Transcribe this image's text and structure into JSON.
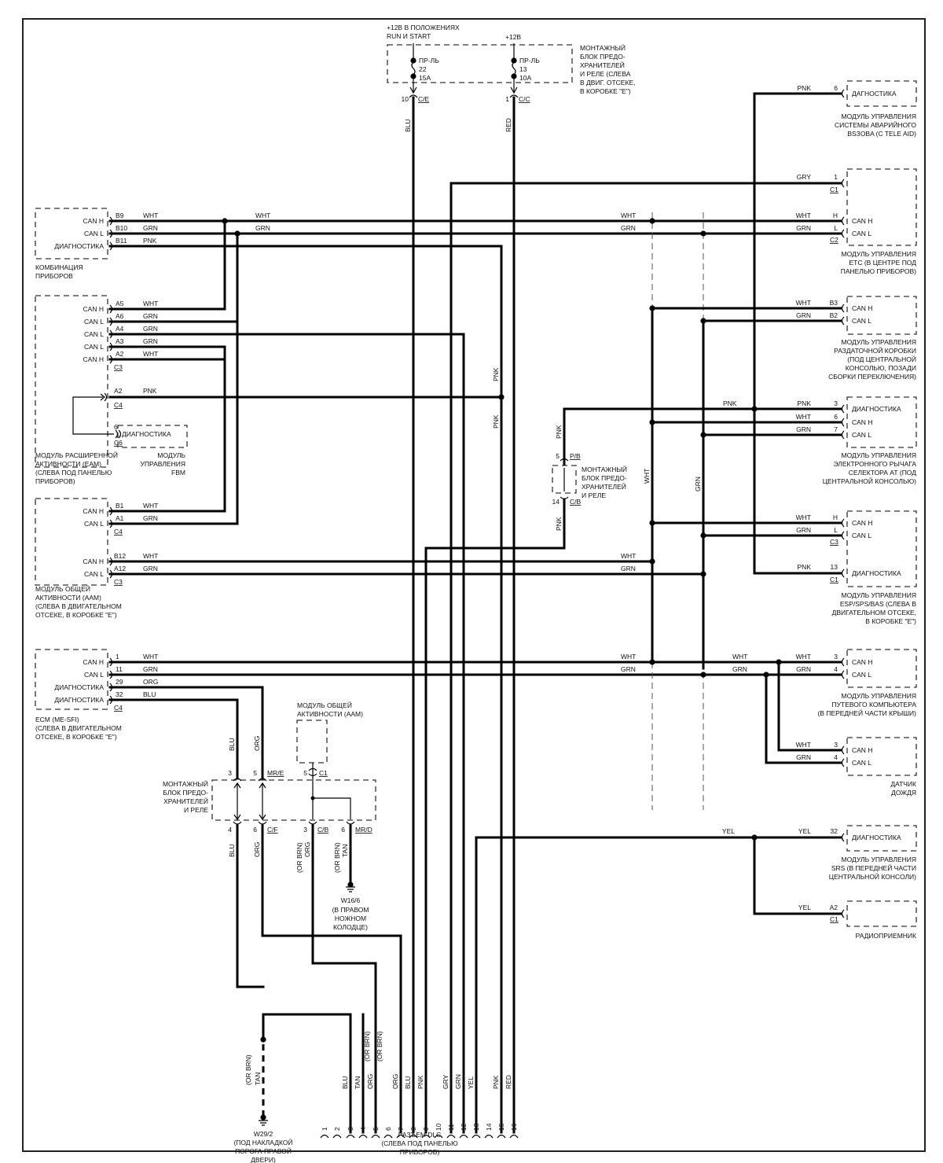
{
  "power": {
    "feed1_title": [
      "+12В В ПОЛОЖЕНИЯХ",
      "RUN И  START"
    ],
    "feed2_title": "+12В",
    "fuse1": [
      "ПР-ЛЬ",
      "22",
      "15A"
    ],
    "fuse2": [
      "ПР-ЛЬ",
      "13",
      "10A"
    ],
    "fuse_block_label": [
      "МОНТАЖНЫЙ",
      "БЛОК ПРЕДО-",
      "ХРАНИТЕЛЕЙ",
      "И  РЕЛЕ (СЛЕВА",
      "В ДВИГ. ОТСЕКЕ,",
      "В КОРОБКЕ \"E\")"
    ],
    "pin1": "10",
    "conn1": "C/E",
    "wire1": "BLU",
    "pin2": "1",
    "conn2": "C/C",
    "wire2": "RED"
  },
  "modules_left": {
    "cluster": {
      "pins": [
        {
          "label": "CAN H",
          "pin": "B9",
          "wire": "WHT"
        },
        {
          "label": "CAN L",
          "pin": "B10",
          "wire": "GRN"
        },
        {
          "label": "ДИАГНОСТИКА",
          "pin": "B11",
          "wire": "PNK"
        }
      ],
      "caption": [
        "КОМБИНАЦИЯ",
        "ПРИБОРОВ"
      ],
      "wire_after_splice": [
        "WHT",
        "GRN"
      ]
    },
    "eam": {
      "pins": [
        {
          "label": "CAN H",
          "pin": "A5",
          "wire": "WHT"
        },
        {
          "label": "CAN L",
          "pin": "A6",
          "wire": "GRN"
        },
        {
          "label": "CAN L",
          "pin": "A4",
          "wire": "GRN"
        },
        {
          "label": "CAN L",
          "pin": "A3",
          "wire": "GRN"
        },
        {
          "label": "CAN H",
          "pin": "A2",
          "wire": "WHT"
        }
      ],
      "conn_c3": "C3",
      "diag_pin": "A2",
      "diag_wire": "PNK",
      "conn_c4": "C4",
      "fbm_pin": "6",
      "conn_c6": "C6",
      "fbm_box": "ДИАГНОСТИКА",
      "caption": [
        "МОДУЛЬ РАСШИРЕННОЙ",
        "АКТИВНОСТИ  (EAM)",
        "(СЛЕВА ПОД ПАНЕЛЬЮ",
        "ПРИБОРОВ)"
      ],
      "fbm_caption": [
        "МОДУЛЬ",
        "УПРАВЛЕНИЯ",
        "FBM"
      ]
    },
    "aam": {
      "pins_c4": [
        {
          "label": "CAN H",
          "pin": "B1",
          "wire": "WHT"
        },
        {
          "label": "CAN L",
          "pin": "A1",
          "wire": "GRN"
        }
      ],
      "conn_c4": "C4",
      "pins_c3": [
        {
          "label": "CAN H",
          "pin": "B12",
          "wire": "WHT"
        },
        {
          "label": "CAN L",
          "pin": "A12",
          "wire": "GRN"
        }
      ],
      "conn_c3": "C3",
      "caption": [
        "МОДУЛЬ ОБЩЕЙ",
        "АКТИВНОСТИ  (AAM)",
        "(СЛЕВА В  ДВИГАТЕЛЬНОМ",
        "ОТСЕКЕ, В КОРОБКЕ \"E\")"
      ]
    },
    "ecm": {
      "pins": [
        {
          "label": "CAN H",
          "pin": "1",
          "wire": "WHT"
        },
        {
          "label": "CAN L",
          "pin": "11",
          "wire": "GRN"
        },
        {
          "label": "ДИАГНОСТИКА",
          "pin": "29",
          "wire": "ORG"
        },
        {
          "label": "ДИАГНОСТИКА",
          "pin": "32",
          "wire": "BLU"
        }
      ],
      "conn": "C4",
      "caption": [
        "ECM  (ME-SFI)",
        "(СЛЕВА В  ДВИГАТЕЛЬНОМ",
        "ОТСЕКЕ, В КОРОБКЕ \"E\")"
      ]
    }
  },
  "modules_right": {
    "emergency_call": {
      "pin": "6",
      "wire": "PNK",
      "box": "ДАГНОСТИКА",
      "caption": [
        "МОДУЛЬ УПРАВЛЕНИЯ",
        "СИСТЕМЫ АВАРИЙНОГО",
        "BSЗOBA (C TELE AID)"
      ]
    },
    "etc": {
      "gry_pin": "1",
      "gry_wire": "GRY",
      "conn_c1": "C1",
      "pins": [
        {
          "label": "CAN H",
          "pin": "H",
          "wire": "WHT"
        },
        {
          "label": "CAN L",
          "pin": "L",
          "wire": "GRN"
        }
      ],
      "conn_c2": "C2",
      "caption": [
        "МОДУЛЬ УПРАВЛЕНИЯ",
        "ETC (В ЦЕНТРЕ ПОД",
        "ПАНЕЛЬЮ ПРИБОРОВ)"
      ]
    },
    "transfer_case": {
      "pins": [
        {
          "label": "CAN H",
          "pin": "B3",
          "wire": "WHT"
        },
        {
          "label": "CAN L",
          "pin": "B2",
          "wire": "GRN"
        }
      ],
      "caption": [
        "МОДУЛЬ УПРАВЛЕНИЯ",
        "РАЗДАТОЧНОЙ КОРОБКИ",
        "(ПОД ЦЕНТРАЛЬНОЙ",
        "КОНСОЛЬЮ, ПОЗАДИ",
        "СБОРКИ  ПЕРЕКЛЮЧЕНИЯ)"
      ]
    },
    "selector": {
      "pins": [
        {
          "label": "ДИАГНОСТИКА",
          "pin": "3",
          "wire": "PNK"
        },
        {
          "label": "CAN H",
          "pin": "6",
          "wire": "WHT"
        },
        {
          "label": "CAN L",
          "pin": "7",
          "wire": "GRN"
        }
      ],
      "caption": [
        "МОДУЛЬ УПРАВЛЕНИЯ",
        "ЭЛЕКТРОННОГО РЫЧАГА",
        "СЕЛЕКТОРА АТ (ПОД",
        "ЦЕНТРАЛЬНОЙ КОНСОЛЬЮ)"
      ]
    },
    "esp": {
      "pins": [
        {
          "label": "CAN H",
          "pin": "H",
          "wire": "WHT"
        },
        {
          "label": "CAN L",
          "pin": "L",
          "wire": "GRN"
        }
      ],
      "conn_c3": "C3",
      "diag": {
        "label": "ДИАГНОСТИКА",
        "pin": "13",
        "wire": "PNK"
      },
      "conn_c1": "C1",
      "caption": [
        "МОДУЛЬ УПРАВЛЕНИЯ",
        "ESP/SPS/BAS (СЛЕВА В",
        "ДВИГАТЕЛЬНОМ ОТСЕКЕ,",
        "В КОРОБКЕ \"E\")"
      ]
    },
    "trip_computer": {
      "pins": [
        {
          "label": "CAN H",
          "pin": "3",
          "wire": "WHT"
        },
        {
          "label": "CAN L",
          "pin": "4",
          "wire": "GRN"
        }
      ],
      "caption": [
        "МОДУЛЬ УПРАВЛЕНИЯ",
        "ПУТЕВОГО КОМПЬЮТЕРА",
        "(В ПЕРЕДНЕЙ ЧАСТИ  КРЫШИ)"
      ]
    },
    "rain_sensor": {
      "pins": [
        {
          "label": "CAN H",
          "pin": "3",
          "wire": "WHT"
        },
        {
          "label": "CAN L",
          "pin": "4",
          "wire": "GRN"
        }
      ],
      "caption": [
        "ДАТЧИК",
        "ДОЖДЯ"
      ]
    },
    "srs": {
      "pin": "32",
      "wire": "YEL",
      "box": "ДИАГНОСТИКА",
      "caption": [
        "МОДУЛЬ УПРАВЛЕНИЯ",
        "SRS (В ПЕРЕДНЕЙ ЧАСТИ",
        "ЦЕНТРАЛЬНОЙ КОНСОЛИ)"
      ]
    },
    "radio": {
      "pin": "A2",
      "wire": "YEL",
      "conn": "C1",
      "caption": [
        "РАДИОПРИЕМНИК"
      ]
    }
  },
  "middle": {
    "trunk_wht_label": "WHT",
    "trunk_grn_label": "GRN",
    "ecm_bus_wht": [
      "WHT",
      "WHT",
      "WHT"
    ],
    "ecm_bus_grn": [
      "GRN",
      "GRN",
      "GRN"
    ],
    "pnk_vertical_labels": [
      "PNK",
      "PNK"
    ],
    "yel_trunk_label": "YEL",
    "relay_block": {
      "top_pin": "5",
      "top_conn": "P/B",
      "bottom_pin": "14",
      "bottom_conn": "C/B",
      "wire_top": "PNK",
      "wire_bottom": "PNK",
      "pnk_right_label": "PNK",
      "label": [
        "МОНТАЖНЫЙ",
        "БЛОК ПРЕДО-",
        "ХРАНИТЕЛЕЙ",
        "И  РЕЛЕ"
      ]
    }
  },
  "lower_left": {
    "aam_label": [
      "МОДУЛЬ ОБЩЕЙ",
      "АКТИВНОСТИ  (AAM)"
    ],
    "aam_pin": "5",
    "aam_conn": "C1",
    "fuse_block_label": [
      "МОНТАЖНЫЙ",
      "БЛОК ПРЕДО-",
      "ХРАНИТЕЛЕЙ",
      "И  РЕЛЕ"
    ],
    "top_pins": [
      {
        "pin": "3",
        "conn": ""
      },
      {
        "pin": "5",
        "conn": "MR/E"
      }
    ],
    "top_wires": [
      "BLU",
      "ORG"
    ],
    "bottom_pins": [
      {
        "pin": "4",
        "conn": ""
      },
      {
        "pin": "6",
        "conn": "C/F"
      },
      {
        "pin": "3",
        "conn": "C/B"
      },
      {
        "pin": "6",
        "conn": "MR/D"
      }
    ],
    "bottom_wires": [
      "BLU",
      "ORG",
      "ORG",
      "TAN"
    ],
    "or_brn": "(OR BRN)",
    "ground1": {
      "name": "W16/6",
      "caption": [
        "(В ПРАВОМ",
        "НОЖНОМ",
        "КОЛОДЦЕ)"
      ]
    },
    "ground2": {
      "name": "W29/2",
      "wire": "TAN",
      "alt": "(OR BRN)",
      "caption": [
        "(ПОД НАКЛАДКОЙ",
        "ПОРОГА ПРАВОЙ",
        "ДВЕРИ)"
      ]
    }
  },
  "dlc": {
    "pins": [
      "1",
      "2",
      "3",
      "4",
      "5",
      "6",
      "7",
      "8",
      "9",
      "10",
      "11",
      "12",
      "13",
      "14",
      "15",
      "16"
    ],
    "wires": [
      "",
      "",
      "BLU",
      "TAN",
      "ORG",
      "",
      "ORG",
      "BLU",
      "PNK",
      "",
      "GRY",
      "GRN",
      "YEL",
      "",
      "PNK",
      "RED"
    ],
    "alt": [
      "",
      "",
      "",
      "(OR BRN)",
      "(OR BRN)",
      "",
      "",
      "",
      "",
      "",
      "",
      "",
      "",
      "",
      "",
      ""
    ],
    "caption": [
      "РАЗЪЕМ DLC",
      "(СЛЕВА ПОД ПАНЕЛЬЮ",
      "ПРИБОРОВ)"
    ]
  }
}
